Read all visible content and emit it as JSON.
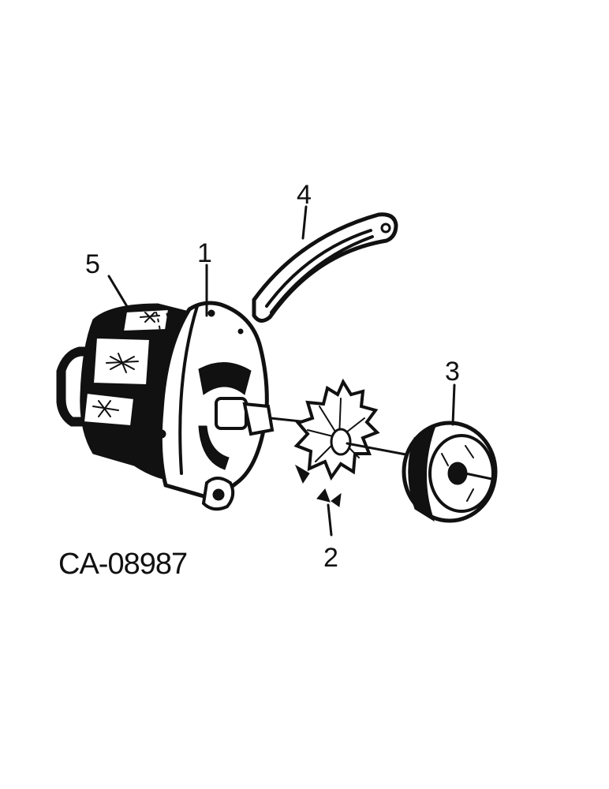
{
  "figure": {
    "code": "CA-08987",
    "callouts": {
      "alternator": "1",
      "fan": "2",
      "pulley": "3",
      "bracket": "4",
      "decal": "5"
    }
  }
}
